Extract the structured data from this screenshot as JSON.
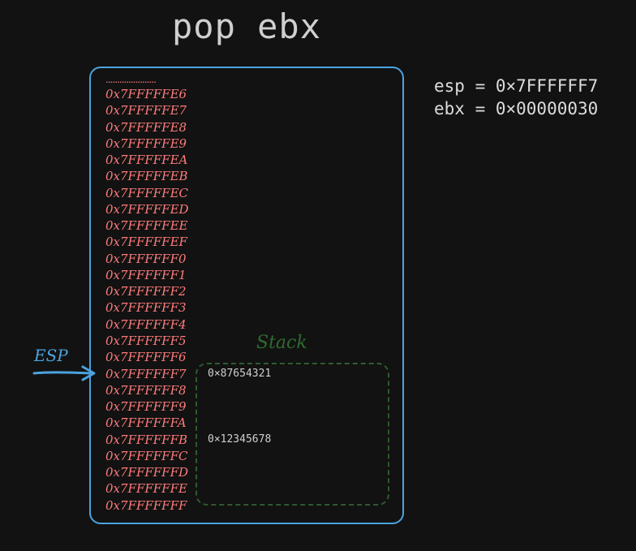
{
  "title": "pop ebx",
  "memory": {
    "ellipsis": "......................",
    "addresses": [
      "0x7FFFFFE6",
      "0x7FFFFFE7",
      "0x7FFFFFE8",
      "0x7FFFFFE9",
      "0x7FFFFFEA",
      "0x7FFFFFEB",
      "0x7FFFFFEC",
      "0x7FFFFFED",
      "0x7FFFFFEE",
      "0x7FFFFFEF",
      "0x7FFFFFF0",
      "0x7FFFFFF1",
      "0x7FFFFFF2",
      "0x7FFFFFF3",
      "0x7FFFFFF4",
      "0x7FFFFFF5",
      "0x7FFFFFF6",
      "0x7FFFFFF7",
      "0x7FFFFFF8",
      "0x7FFFFFF9",
      "0x7FFFFFFA",
      "0x7FFFFFFB",
      "0x7FFFFFFC",
      "0x7FFFFFFD",
      "0x7FFFFFFE",
      "0x7FFFFFFF"
    ]
  },
  "stack": {
    "label": "Stack",
    "values": [
      {
        "address": "0x7FFFFFF7",
        "value": "0×87654321"
      },
      {
        "address": "0x7FFFFFFB",
        "value": "0×12345678"
      }
    ]
  },
  "pointer": {
    "label": "ESP",
    "points_to": "0x7FFFFFF7"
  },
  "registers": {
    "esp_line": "esp = 0×7FFFFFF7",
    "ebx_line": "ebx = 0×00000030"
  },
  "colors": {
    "address": "#ff7b7b",
    "frame": "#4aa3df",
    "stack": "#2f6b2f",
    "text": "#cfcfcf",
    "background": "#121212"
  }
}
